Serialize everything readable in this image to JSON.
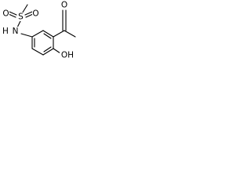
{
  "molecule": {
    "atoms": {
      "sulfonyl_o_left": "O",
      "sulfonyl_o_right": "O",
      "sulfur": "S",
      "amide_n": "N",
      "amide_h": "H",
      "carbonyl_o": "O",
      "hydroxyl": "OH"
    }
  }
}
